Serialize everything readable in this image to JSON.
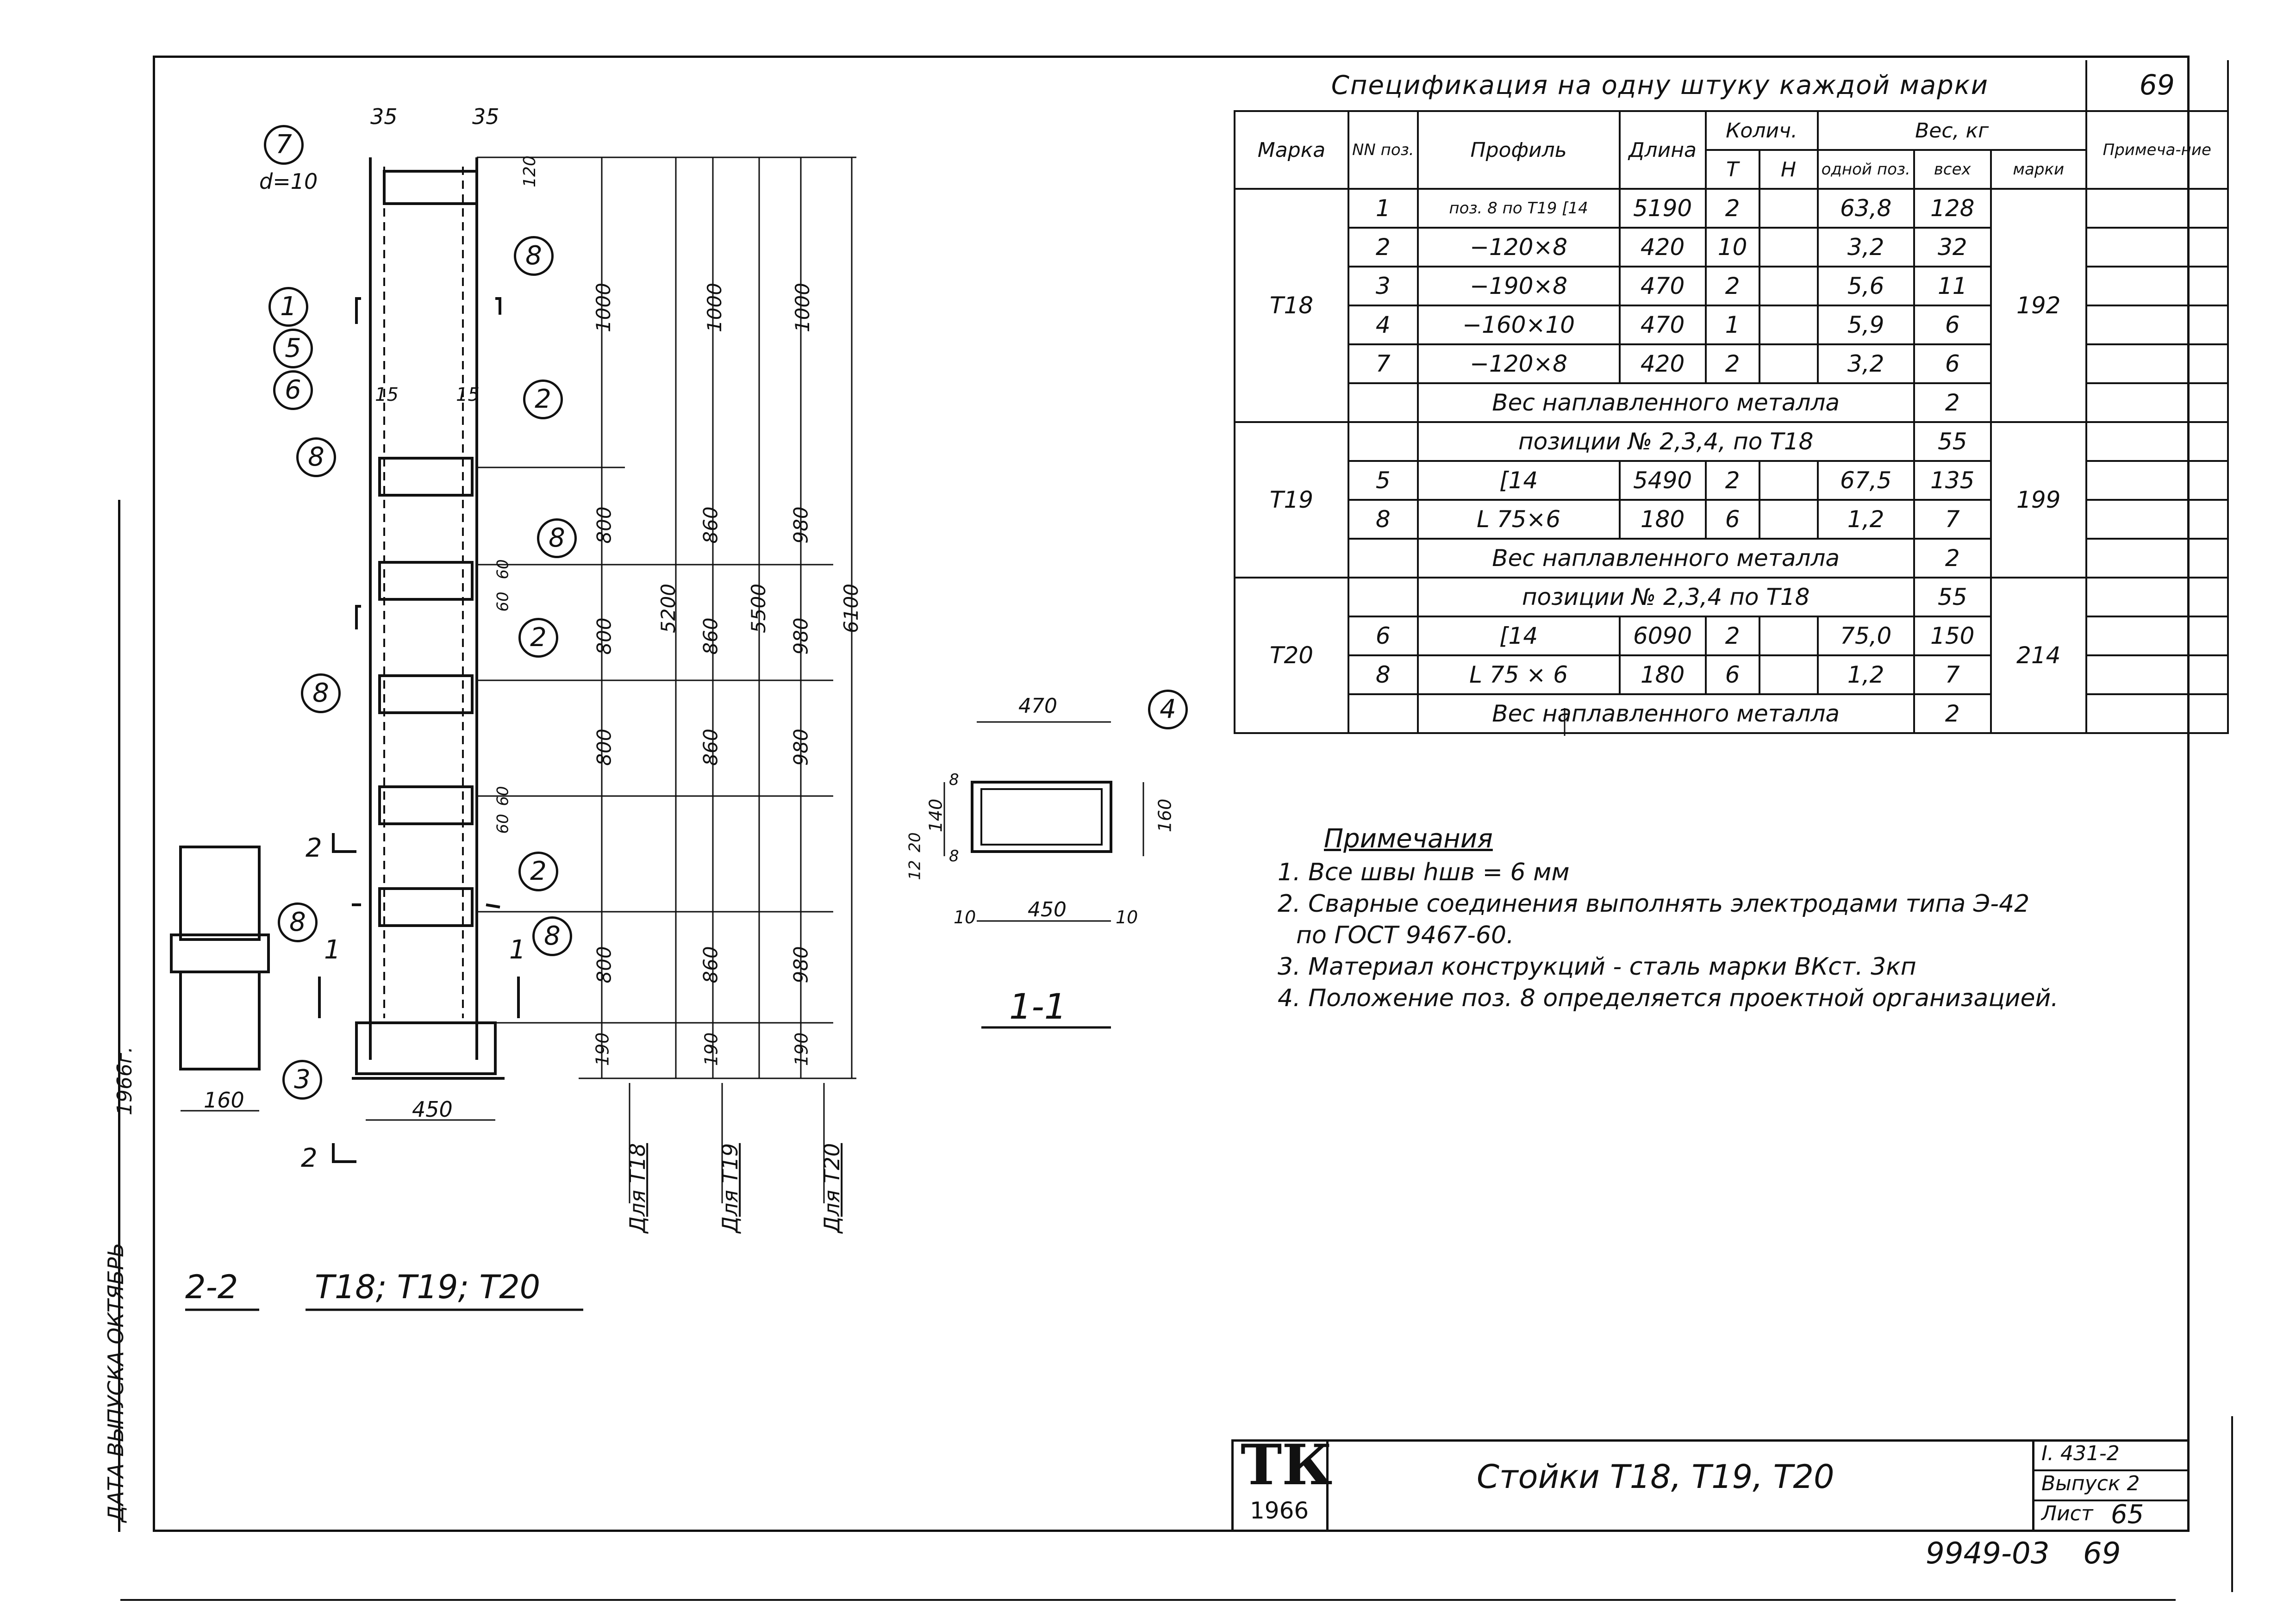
{
  "sheet": {
    "corner_number": "69",
    "bottom_code": "9949-03",
    "bottom_page": "69",
    "side_label": "ДАТА ВЫПУСКА   ОКТЯБРЬ",
    "side_year": "1966г."
  },
  "spec": {
    "caption": "Спецификация на одну штуку каждой марки",
    "headers": {
      "mark": "Марка",
      "pos": "NN поз.",
      "profile": "Профиль",
      "length": "Длина",
      "qty": "Колич.",
      "qty_t": "Т",
      "qty_n": "Н",
      "weight": "Вес, кг",
      "w_one": "одной поз.",
      "w_all": "всех",
      "w_mark": "марки",
      "note": "Примеча-ние"
    },
    "rows": [
      {
        "mark": "Т18",
        "pos": "1",
        "profile": "поз. 8 по Т19 [14",
        "length": "5190",
        "t": "2",
        "n": "",
        "one": "63,8",
        "all": "128",
        "markw": "192"
      },
      {
        "mark": "",
        "pos": "2",
        "profile": "−120×8",
        "length": "420",
        "t": "10",
        "n": "",
        "one": "3,2",
        "all": "32",
        "markw": ""
      },
      {
        "mark": "",
        "pos": "3",
        "profile": "−190×8",
        "length": "470",
        "t": "2",
        "n": "",
        "one": "5,6",
        "all": "11",
        "markw": ""
      },
      {
        "mark": "",
        "pos": "4",
        "profile": "−160×10",
        "length": "470",
        "t": "1",
        "n": "",
        "one": "5,9",
        "all": "6",
        "markw": ""
      },
      {
        "mark": "",
        "pos": "7",
        "profile": "−120×8",
        "length": "420",
        "t": "2",
        "n": "",
        "one": "3,2",
        "all": "6",
        "markw": ""
      }
    ],
    "weld_label": "Вес наплавленного металла",
    "t18_weld": "2",
    "t19": {
      "mark": "Т19",
      "positions": "позиции № 2,3,4, по Т18",
      "positions_w": "55",
      "markw": "199",
      "r1": {
        "pos": "5",
        "profile": "[14",
        "length": "5490",
        "t": "2",
        "one": "67,5",
        "all": "135"
      },
      "r2": {
        "pos": "8",
        "profile": "L 75×6",
        "length": "180",
        "t": "6",
        "one": "1,2",
        "all": "7"
      },
      "weld": "2"
    },
    "t20": {
      "mark": "Т20",
      "positions": "позиции № 2,3,4 по Т18",
      "positions_w": "55",
      "markw": "214",
      "r1": {
        "pos": "6",
        "profile": "[14",
        "length": "6090",
        "t": "2",
        "one": "75,0",
        "all": "150"
      },
      "r2": {
        "pos": "8",
        "profile": "L 75 × 6",
        "length": "180",
        "t": "6",
        "one": "1,2",
        "all": "7"
      },
      "weld": "2"
    }
  },
  "notes": {
    "title": "Примечания",
    "n1": "1. Все швы hшв = 6 мм",
    "n2a": "2. Сварные соединения выполнять электродами типа Э-42",
    "n2b": "по ГОСТ 9467-60.",
    "n3": "3. Материал конструкций - сталь марки ВКст. 3кп",
    "n4": "4. Положение поз. 8 определяется проектной организацией."
  },
  "drawing": {
    "dims_top": [
      "35",
      "35"
    ],
    "d10": "d=10",
    "d120": "120",
    "col1": [
      "1000",
      "800",
      "800",
      "800",
      "800",
      "190",
      "5200"
    ],
    "col2": [
      "1000",
      "860",
      "860",
      "860",
      "860",
      "190",
      "5500"
    ],
    "col3": [
      "1000",
      "980",
      "980",
      "980",
      "980",
      "190",
      "6100"
    ],
    "side_15a": "15",
    "side_15b": "15",
    "d60a": "60",
    "d60b": "60",
    "d60c": "60",
    "d60d": "60",
    "width_450": "450",
    "width_160": "160",
    "t18_label": "Для Т18",
    "t19_label": "Для Т19",
    "t20_label": "Для Т20",
    "section_22": "2-2",
    "section_22_marks": "Т18; Т19; Т20",
    "section_11": "1-1",
    "sec_470": "470",
    "sec_450": "450",
    "sec_10a": "10",
    "sec_10b": "10",
    "sec_140": "140",
    "sec_160": "160",
    "sec_8a": "8",
    "sec_8b": "8",
    "sec_20": "20",
    "sec_12": "12",
    "cut_2": "2",
    "cut_1": "1",
    "bubbles": [
      "7",
      "1",
      "5",
      "6",
      "8",
      "8",
      "2",
      "8",
      "2",
      "8",
      "2",
      "8",
      "8",
      "3",
      "4"
    ]
  },
  "titleblock": {
    "logo": "ТК",
    "logo_year": "1966",
    "title": "Стойки Т18, Т19, Т20",
    "series": "I. 431-2",
    "issue": "Выпуск 2",
    "sheet_label": "Лист",
    "sheet_no": "65"
  }
}
